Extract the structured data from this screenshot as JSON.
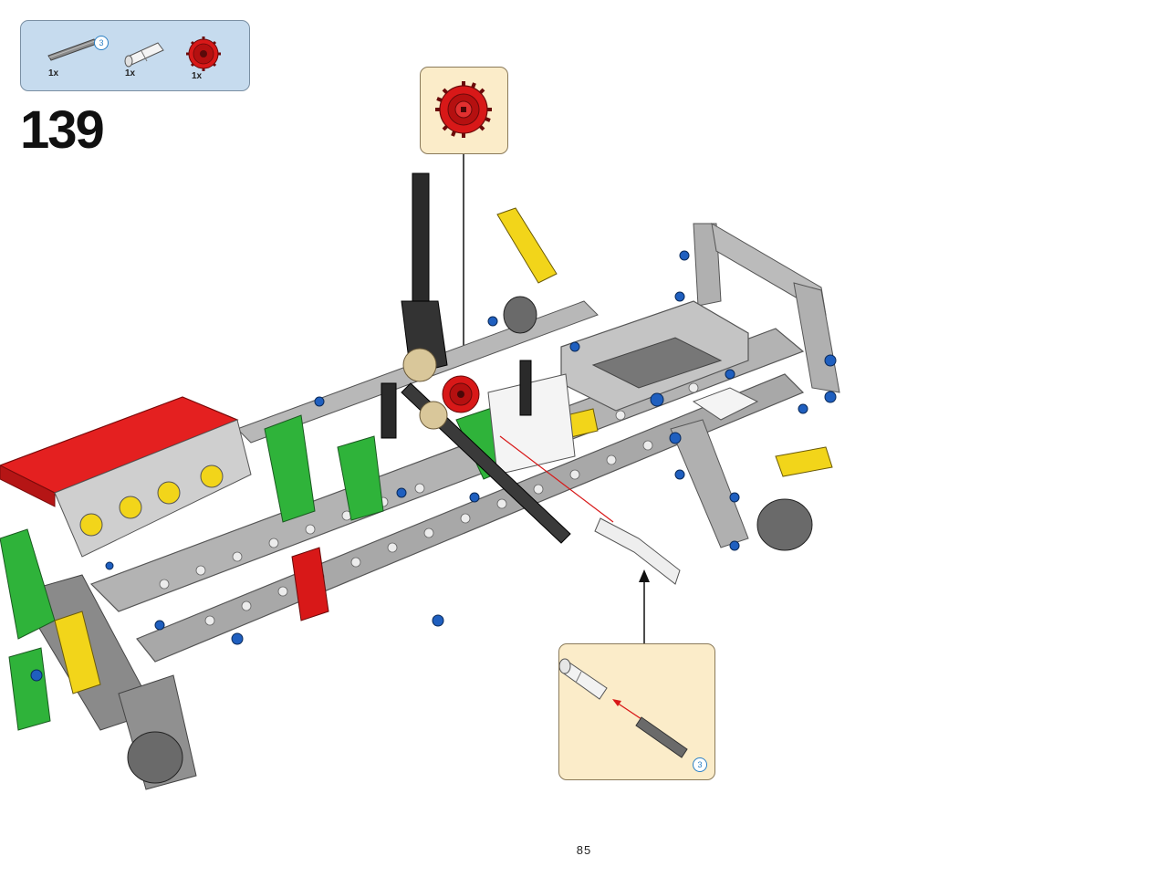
{
  "parts_list": {
    "items": [
      {
        "name": "axle-icon",
        "quantity": "1x",
        "length_badge": "3"
      },
      {
        "name": "axle-pin-icon",
        "quantity": "1x"
      },
      {
        "name": "red-gear-icon",
        "quantity": "1x"
      }
    ]
  },
  "step": {
    "number": "139"
  },
  "callouts": {
    "gear_detail": {
      "name": "red-gear-callout"
    },
    "subassembly": {
      "length_badge": "3"
    }
  },
  "page": {
    "number": "85"
  },
  "colors": {
    "parts_box_bg": "#c6dbee",
    "callout_bg": "#fbecc9",
    "red_part": "#d81818",
    "gray_beam": "#a8a8a8",
    "green_part": "#2fb33a",
    "yellow_part": "#f2d51a",
    "blue_pin": "#1f5fbf"
  }
}
